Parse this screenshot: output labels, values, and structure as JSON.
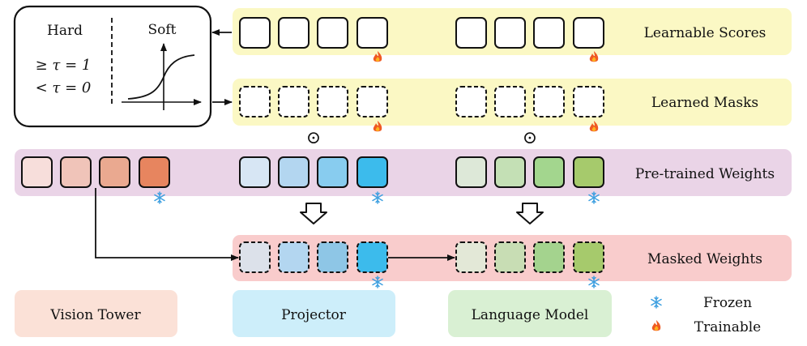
{
  "rows": {
    "scores_label": "Learnable Scores",
    "masks_label": "Learned Masks",
    "weights_label": "Pre-trained Weights",
    "masked_label": "Masked Weights"
  },
  "threshold_box": {
    "hard_label": "Hard",
    "soft_label": "Soft",
    "rule_keep": "≥ τ = 1",
    "rule_drop": "< τ = 0"
  },
  "operators": {
    "hadamard": "⊙"
  },
  "modules": {
    "vision": "Vision Tower",
    "projector": "Projector",
    "language": "Language Model"
  },
  "legend": {
    "frozen_label": "Frozen",
    "trainable_label": "Trainable",
    "frozen_icon": "snowflake-icon",
    "trainable_icon": "fire-icon"
  },
  "colors": {
    "scores_band": "#fbf8c4",
    "masks_band": "#fbf8c4",
    "weights_band": "#ead4e7",
    "masked_band": "#f9cccc",
    "vision_module": "#fbe1d7",
    "projector_module": "#cdeefa",
    "language_module": "#d9f0d3",
    "vision_blocks": [
      "#f7dedb",
      "#f0c4b9",
      "#eaa990",
      "#e7855f"
    ],
    "projector_blocks": [
      "#d7e6f4",
      "#b3d6f0",
      "#88ccef",
      "#3cbbec"
    ],
    "language_blocks": [
      "#dde8d8",
      "#c4e0b5",
      "#a3d68e",
      "#a6ca6c"
    ]
  }
}
